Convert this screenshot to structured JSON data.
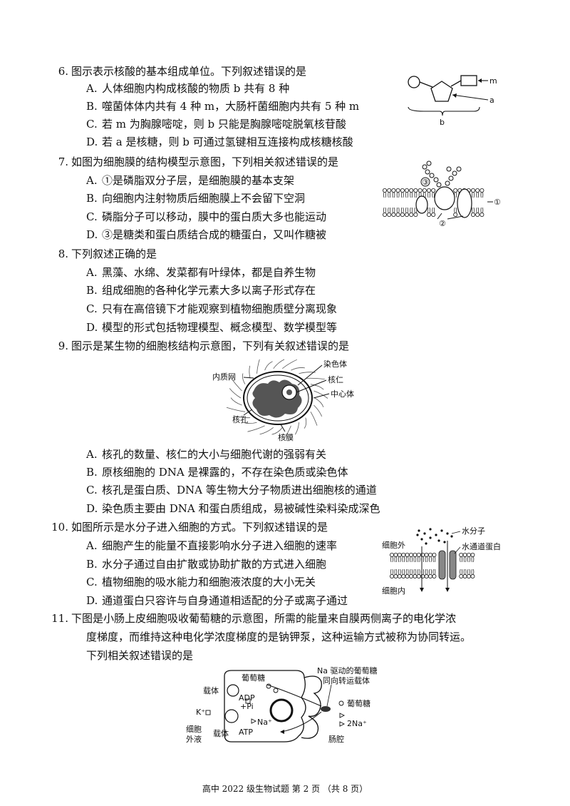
{
  "questions": [
    {
      "num": "6.",
      "stem": "图示表示核酸的基本组成单位。下列叙述错误的是",
      "options": [
        {
          "label": "A.",
          "text": "人体细胞内构成核酸的物质 b 共有 8 种"
        },
        {
          "label": "B.",
          "text": "噬菌体体内共有 4 种 m，大肠杆菌细胞内共有 5 种 m"
        },
        {
          "label": "C.",
          "text": "若 m 为胸腺嘧啶，则 b 只能是胸腺嘧啶脱氧核苷酸"
        },
        {
          "label": "D.",
          "text": "若 a 是核糖，则 b 可通过氢键相互连接构成核糖核酸"
        }
      ],
      "figure_labels": {
        "m": "m",
        "a": "a",
        "b": "b"
      }
    },
    {
      "num": "7.",
      "stem": "如图为细胞膜的结构模型示意图，下列相关叙述错误的是",
      "options": [
        {
          "label": "A.",
          "text": "①是磷脂双分子层，是细胞膜的基本支架"
        },
        {
          "label": "B.",
          "text": "向细胞内注射物质后细胞膜上不会留下空洞"
        },
        {
          "label": "C.",
          "text": "磷脂分子可以移动，膜中的蛋白质大多也能运动"
        },
        {
          "label": "D.",
          "text": "③是糖类和蛋白质结合成的糖蛋白，又叫作糖被"
        }
      ],
      "figure_labels": {
        "one": "①",
        "two": "②",
        "three": "③"
      }
    },
    {
      "num": "8.",
      "stem": "下列叙述正确的是",
      "options": [
        {
          "label": "A.",
          "text": "黑藻、水绵、发菜都有叶绿体，都是自养生物"
        },
        {
          "label": "B.",
          "text": "组成细胞的各种化学元素大多以离子形式存在"
        },
        {
          "label": "C.",
          "text": "只有在高倍镜下才能观察到植物细胞质壁分离现象"
        },
        {
          "label": "D.",
          "text": "模型的形式包括物理模型、概念模型、数学模型等"
        }
      ]
    },
    {
      "num": "9.",
      "stem": "图示是某生物的细胞核结构示意图，下列有关叙述错误的是",
      "options": [
        {
          "label": "A.",
          "text": "核孔的数量、核仁的大小与细胞代谢的强弱有关"
        },
        {
          "label": "B.",
          "text": "原核细胞的 DNA 是裸露的，不存在染色质或染色体"
        },
        {
          "label": "C.",
          "text": "核孔是蛋白质、DNA 等生物大分子物质进出细胞核的通道"
        },
        {
          "label": "D.",
          "text": "染色质主要由 DNA 和蛋白质组成，易被碱性染料染成深色"
        }
      ],
      "figure_labels": {
        "er": "内质网",
        "chromosome": "染色体",
        "nucleolus": "核仁",
        "centrosome": "中心体",
        "pore": "核孔",
        "envelope": "核膜"
      }
    },
    {
      "num": "10.",
      "stem": "如图所示是水分子进入细胞的方式。下列叙述错误的是",
      "options": [
        {
          "label": "A.",
          "text": "细胞产生的能量不直接影响水分子进入细胞的速率"
        },
        {
          "label": "B.",
          "text": "水分子通过自由扩散或协助扩散的方式进入细胞"
        },
        {
          "label": "C.",
          "text": "植物细胞的吸水能力和细胞液浓度的大小无关"
        },
        {
          "label": "D.",
          "text": "通道蛋白只容许与自身通道相适配的分子或离子通过"
        }
      ],
      "figure_labels": {
        "water": "水分子",
        "outside": "细胞外",
        "channel": "水通道蛋白",
        "inside": "细胞内"
      }
    },
    {
      "num": "11.",
      "stem_lines": [
        "下图是小肠上皮细胞吸收葡萄糖的示意图，所需的能量来自膜两侧离子的电化学浓",
        "度梯度，而维持这种电化学浓度梯度的是钠钾泵，这种运输方式被称为协同转运。",
        "下列相关叙述错误的是"
      ],
      "figure_labels": {
        "na_driven": "Na 驱动的葡萄糖",
        "symporter": "同向转运载体",
        "glucose_top": "葡萄糖",
        "glucose_right": "葡萄糖",
        "carrier_top": "载体",
        "adp": "ADP",
        "pi": "+Pi",
        "k": "K⁺",
        "na_in": "Na⁺",
        "na2": "2Na⁺",
        "atp": "ATP",
        "extracellular_1": "细胞",
        "extracellular_2": "外液",
        "carrier_bottom": "载体",
        "lumen": "肠腔"
      }
    }
  ],
  "footer": "高中 2022 级生物试题 第 2 页 （共 8 页）"
}
